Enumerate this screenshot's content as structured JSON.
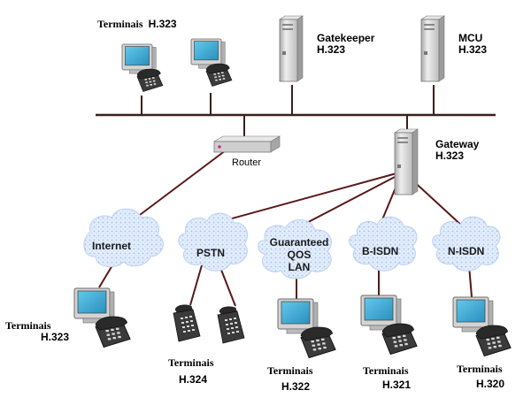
{
  "top_terminals": {
    "label": "Terminais",
    "standard": "H.323"
  },
  "gatekeeper": {
    "label": "Gatekeeper",
    "standard": "H.323"
  },
  "mcu": {
    "label": "MCU",
    "standard": "H.323"
  },
  "router": {
    "label": "Router"
  },
  "gateway": {
    "label": "Gateway",
    "standard": "H.323"
  },
  "clouds": {
    "internet": {
      "label": "Internet"
    },
    "pstn": {
      "label": "PSTN"
    },
    "qos_lan": {
      "line1": "Guaranteed",
      "line2": "QOS",
      "line3": "LAN"
    },
    "bisdn": {
      "label": "B-ISDN"
    },
    "nisdn": {
      "label": "N-ISDN"
    }
  },
  "bottom_terminals": {
    "internet": {
      "label": "Terminais",
      "standard": "H.323"
    },
    "pstn": {
      "label": "Terminais",
      "standard": "H.324"
    },
    "qos_lan": {
      "label": "Terminais",
      "standard": "H.322"
    },
    "bisdn": {
      "label": "Terminais",
      "standard": "H.321"
    },
    "nisdn": {
      "label": "Terminais",
      "standard": "H.320"
    }
  },
  "colors": {
    "backbone": "#3a1f18",
    "link": "#5a1818",
    "cloud_fill": "#dce9fb",
    "cloud_dots": "#a9c4ef",
    "monitor_screen": "#3fb1d8",
    "device_gray": "#c9c9c9"
  }
}
